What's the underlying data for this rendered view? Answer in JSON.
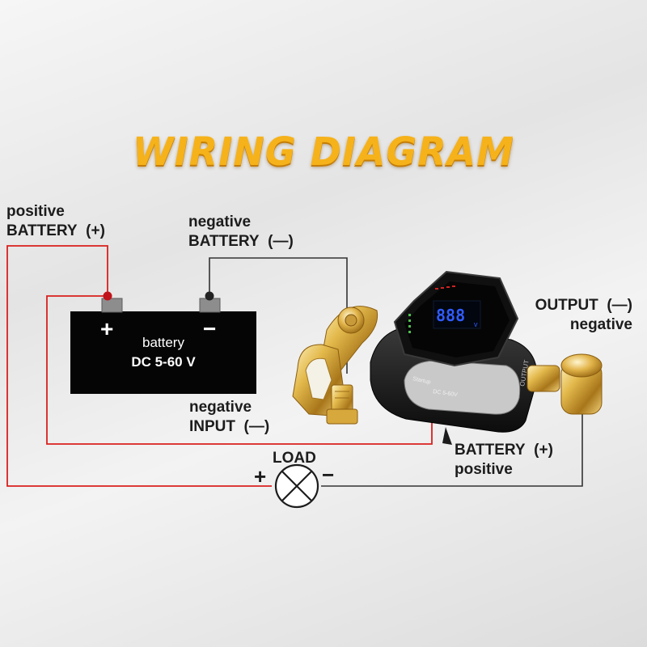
{
  "title": "WIRING DIAGRAM",
  "battery": {
    "name": "battery",
    "rating": "DC 5-60 V",
    "plus_sign": "+",
    "minus_sign": "−"
  },
  "labels": {
    "positive_battery": [
      "positive",
      "BATTERY  (+)"
    ],
    "negative_battery": [
      "negative",
      "BATTERY  (—)"
    ],
    "output_negative": [
      "OUTPUT  (—)",
      "negative"
    ],
    "negative_input": [
      "negative",
      "INPUT  (—)"
    ],
    "battery_positive": [
      "BATTERY  (+)",
      "positive"
    ]
  },
  "load": {
    "label": "LOAD",
    "plus_sign": "+",
    "minus_sign": "−"
  },
  "device": {
    "display_value": "888",
    "display_unit": "v",
    "side_text_left": "Startup",
    "side_text_right": "OUTPUT",
    "bottom_text": "DC 5-60V"
  },
  "colors": {
    "positive_wire": "#d9201e",
    "negative_wire": "#333333",
    "title_gold": "#f6b21a",
    "display_blue": "#2f5bff"
  }
}
